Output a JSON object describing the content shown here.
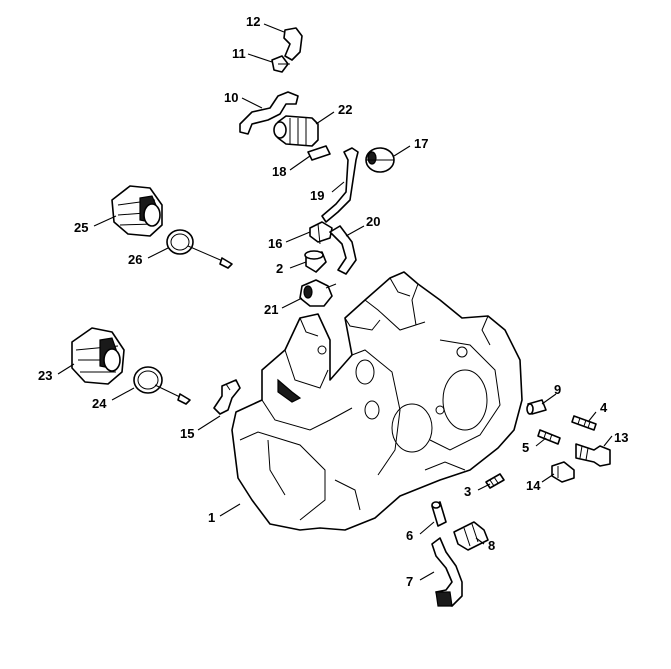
{
  "labels": [
    {
      "id": "p1",
      "text": "1"
    },
    {
      "id": "p2",
      "text": "2"
    },
    {
      "id": "p3",
      "text": "3"
    },
    {
      "id": "p4",
      "text": "4"
    },
    {
      "id": "p5",
      "text": "5"
    },
    {
      "id": "p6",
      "text": "6"
    },
    {
      "id": "p7",
      "text": "7"
    },
    {
      "id": "p8",
      "text": "8"
    },
    {
      "id": "p9",
      "text": "9"
    },
    {
      "id": "p10",
      "text": "10"
    },
    {
      "id": "p11",
      "text": "11"
    },
    {
      "id": "p12",
      "text": "12"
    },
    {
      "id": "p13",
      "text": "13"
    },
    {
      "id": "p14",
      "text": "14"
    },
    {
      "id": "p15",
      "text": "15"
    },
    {
      "id": "p16",
      "text": "16"
    },
    {
      "id": "p17",
      "text": "17"
    },
    {
      "id": "p18",
      "text": "18"
    },
    {
      "id": "p19",
      "text": "19"
    },
    {
      "id": "p20",
      "text": "20"
    },
    {
      "id": "p21",
      "text": "21"
    },
    {
      "id": "p22",
      "text": "22"
    },
    {
      "id": "p23",
      "text": "23"
    },
    {
      "id": "p24",
      "text": "24"
    },
    {
      "id": "p25",
      "text": "25"
    },
    {
      "id": "p26",
      "text": "26"
    }
  ]
}
